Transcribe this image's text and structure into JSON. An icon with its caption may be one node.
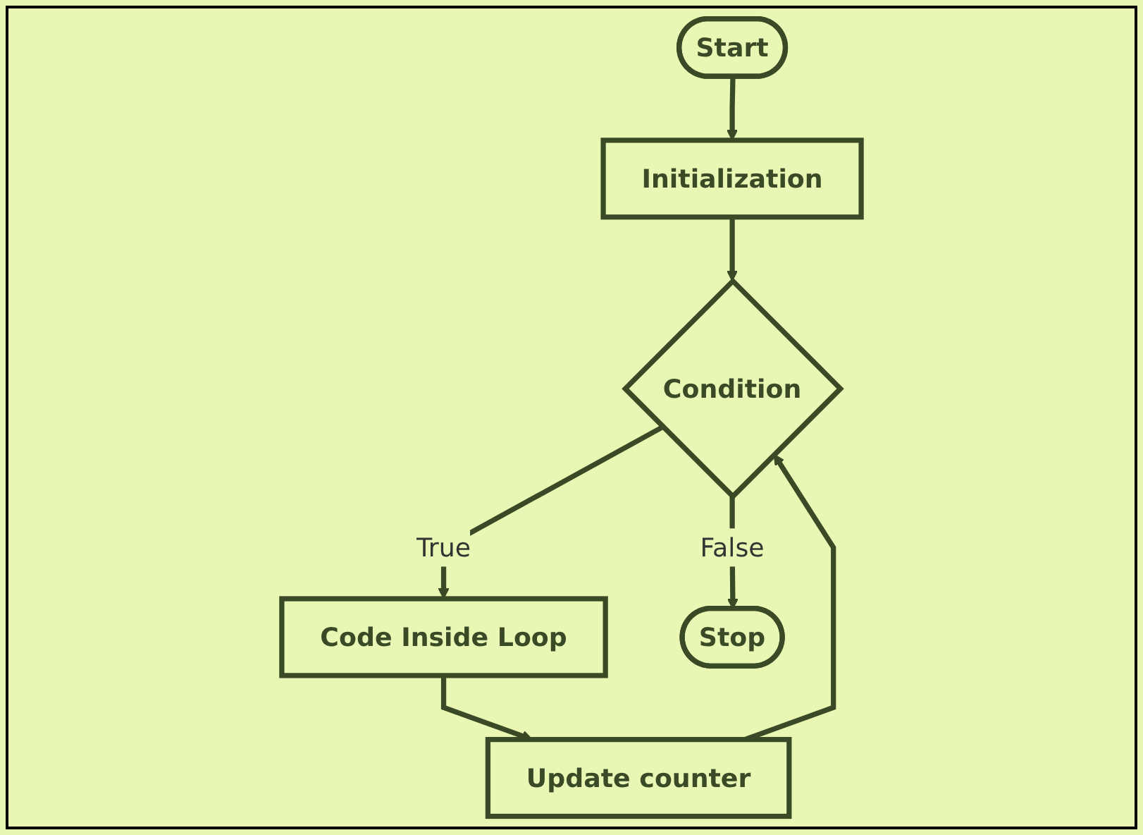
{
  "diagram": {
    "nodes": [
      {
        "text": [
          "Start"
        ]
      },
      {
        "text": [
          "Initialization"
        ]
      },
      {
        "text": [
          "Condition"
        ]
      },
      {
        "text": [
          "Code Inside Loop"
        ]
      },
      {
        "text": [
          "Update counter"
        ]
      },
      {
        "text": [
          "Stop"
        ]
      }
    ],
    "edges": [
      {
        "from": 0,
        "to": 1,
        "arrow": "to"
      },
      {
        "from": 1,
        "to": 2,
        "arrow": "to"
      },
      {
        "from": 2,
        "to": 5,
        "label": "False",
        "arrow": "to"
      },
      {
        "from": 2,
        "to": 3,
        "label": "True",
        "arrow": "to"
      },
      {
        "from": 3,
        "to": 4,
        "arrow": "to"
      },
      {
        "from": 4,
        "to": 2,
        "arrow": "to"
      }
    ]
  }
}
